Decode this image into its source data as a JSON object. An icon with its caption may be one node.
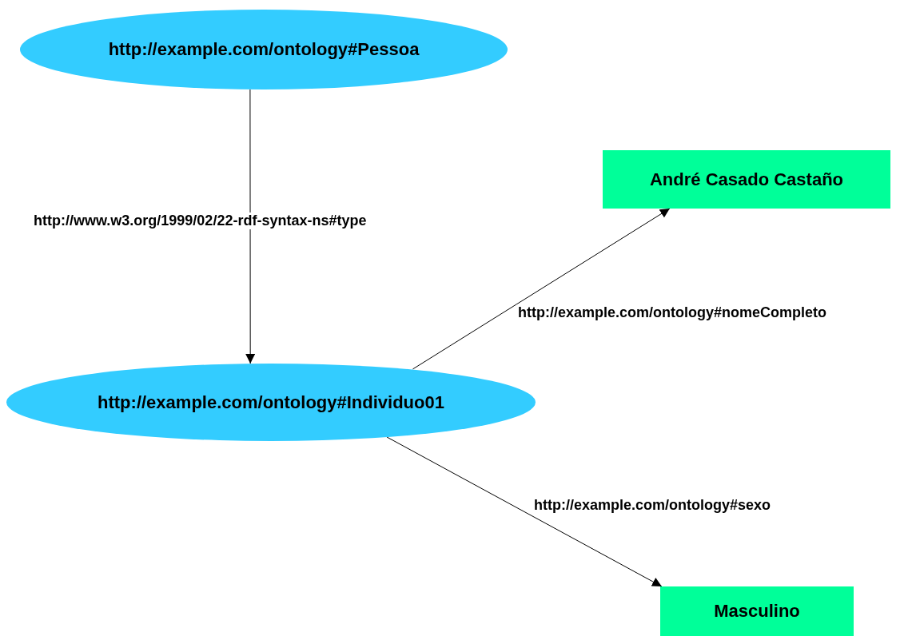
{
  "diagram": {
    "nodes": [
      {
        "text": [
          "http://example.com/ontology#Pessoa"
        ]
      },
      {
        "text": [
          "http://example.com/ontology#Individuo01"
        ]
      },
      {
        "text": [
          "André Casado Castaño"
        ]
      },
      {
        "text": [
          "Masculino"
        ]
      }
    ],
    "edges": [
      {
        "from": 0,
        "to": 1,
        "arrow": "to",
        "label": "http://www.w3.org/1999/02/22-rdf-syntax-ns#type"
      },
      {
        "from": 1,
        "to": 2,
        "arrow": "to",
        "label": "http://example.com/ontology#nomeCompleto"
      },
      {
        "from": 1,
        "to": 3,
        "arrow": "to",
        "label": "http://example.com/ontology#sexo"
      }
    ]
  }
}
